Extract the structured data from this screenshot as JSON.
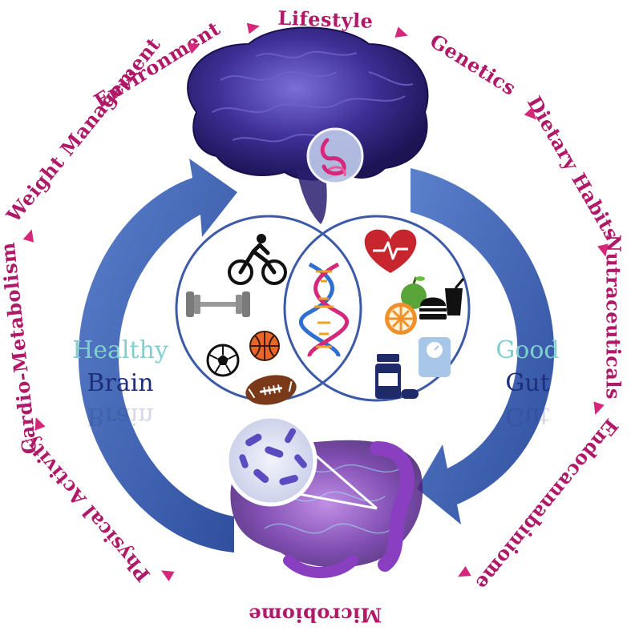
{
  "ring_terms": [
    "Environment",
    "Lifestyle",
    "Genetics",
    "Dietary Habits",
    "Nutraceuticals",
    "Endocannabiniome",
    "Microbiome",
    "Physical Activity",
    "Cardio-Metabolism",
    "Weight Management"
  ],
  "left_label": {
    "line1": "Healthy",
    "line2": "Brain"
  },
  "right_label": {
    "line1": "Good",
    "line2": "Gut"
  },
  "colors": {
    "ring_text": "#b01868",
    "arrowhead": "#d6287a",
    "flow_arrow": "#3d62b0",
    "healthy": "#7fcfcf",
    "brain_word": "#1f2e7a",
    "circle_stroke": "#3d5aa8",
    "brain": "#3a2c8c",
    "gut": "#6a2fa0"
  },
  "icons": {
    "left_circle": [
      "cyclist-icon",
      "dumbbell-icon",
      "soccer-ball-icon",
      "basketball-icon",
      "football-icon"
    ],
    "center": [
      "dna-helix-icon"
    ],
    "right_circle": [
      "heart-pulse-icon",
      "apple-icon",
      "burger-icon",
      "soda-icon",
      "orange-slice-icon",
      "pill-bottle-icon",
      "scale-icon"
    ]
  }
}
